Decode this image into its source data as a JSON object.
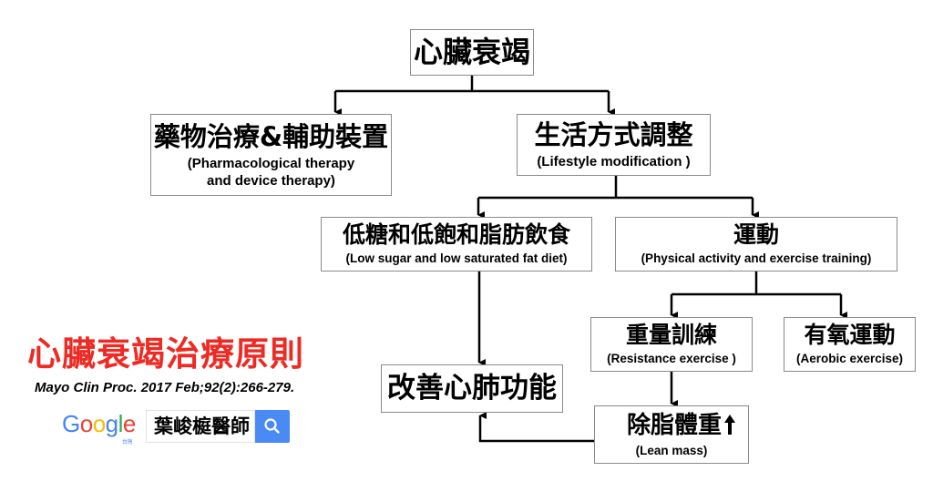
{
  "diagram": {
    "root": {
      "zh": "心臟衰竭"
    },
    "pharmacological": {
      "zh": "藥物治療&輔助裝置",
      "en_line1": "(Pharmacological therapy",
      "en_line2": "and device therapy)"
    },
    "lifestyle": {
      "zh": "生活方式調整",
      "en": "(Lifestyle modification )"
    },
    "diet": {
      "zh": "低糖和低飽和脂肪飲食",
      "en": "(Low sugar and low saturated fat diet)"
    },
    "exercise": {
      "zh": "運動",
      "en": "(Physical activity and exercise training)"
    },
    "resistance": {
      "zh": "重量訓練",
      "en": "(Resistance exercise )"
    },
    "aerobic": {
      "zh": "有氧運動",
      "en": "(Aerobic exercise)"
    },
    "lean_mass": {
      "zh": "除脂體重",
      "arrow": "🠕",
      "en": "(Lean mass)"
    },
    "improve": {
      "zh": "改善心肺功能"
    }
  },
  "caption": {
    "title": "心臟衰竭治療原則",
    "title_color": "#ee2a24",
    "citation": "Mayo Clin Proc. 2017 Feb;92(2):266-279."
  },
  "search": {
    "logo_letters": [
      "G",
      "o",
      "o",
      "g",
      "l",
      "e"
    ],
    "logo_colors": [
      "#4285f4",
      "#ea4335",
      "#fbbc05",
      "#4285f4",
      "#34a853",
      "#ea4335"
    ],
    "logo_sub": "台灣",
    "query": "葉峻榳醫師",
    "button_icon": "search-icon",
    "button_color": "#4a8af4"
  },
  "connections": [
    {
      "from": "root",
      "to": [
        "pharmacological",
        "lifestyle"
      ]
    },
    {
      "from": "lifestyle",
      "to": [
        "diet",
        "exercise"
      ]
    },
    {
      "from": "exercise",
      "to": [
        "resistance",
        "aerobic"
      ]
    },
    {
      "from": "diet",
      "to": [
        "improve"
      ]
    },
    {
      "from": "resistance",
      "to": [
        "lean_mass"
      ]
    },
    {
      "from": "lean_mass",
      "to": [
        "improve"
      ]
    }
  ]
}
